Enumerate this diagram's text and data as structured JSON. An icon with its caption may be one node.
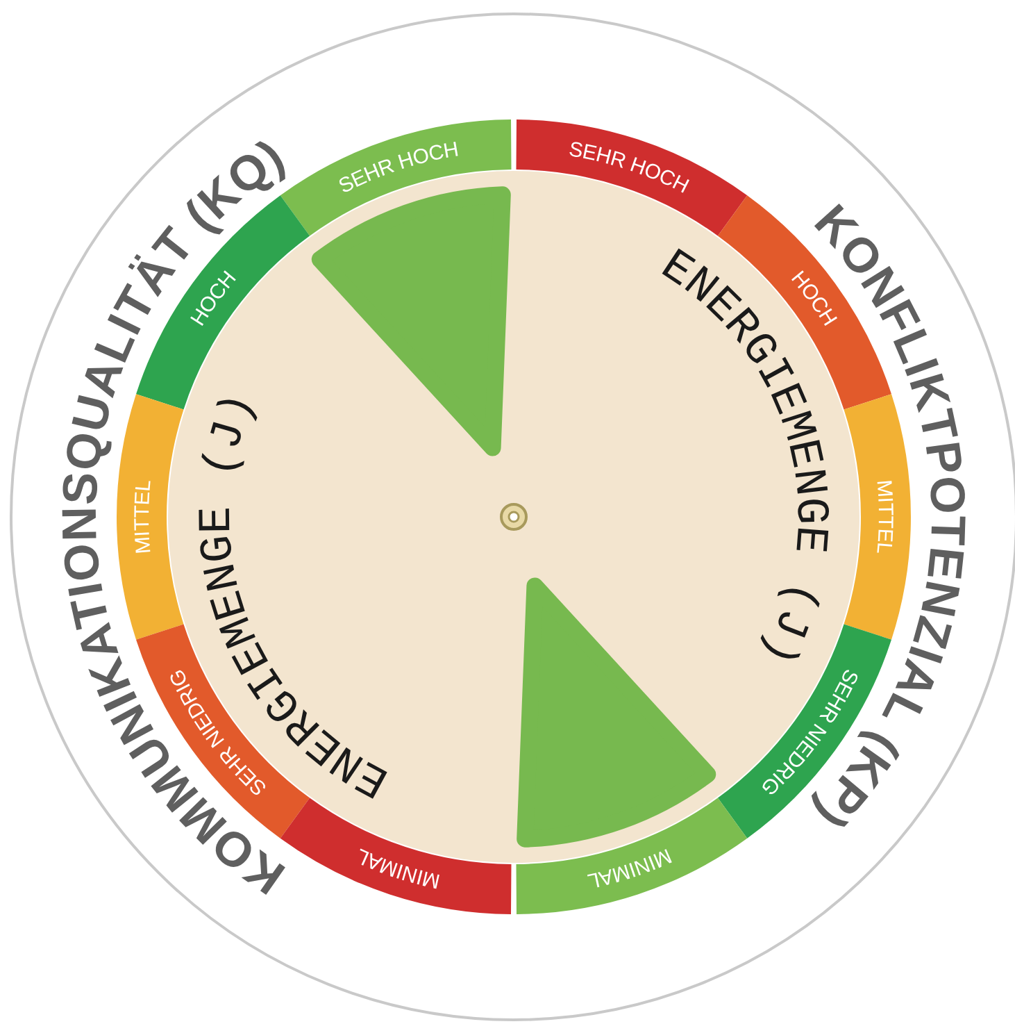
{
  "diagram": {
    "nodes": [
      {
        "text": [
          "SEHR HOCH"
        ]
      },
      {
        "text": [
          "HOCH"
        ]
      },
      {
        "text": [
          "MITTEL"
        ]
      },
      {
        "text": [
          "SEHR NIEDRIG"
        ]
      },
      {
        "text": [
          "MINIMAL"
        ]
      },
      {
        "text": [
          "SEHR HOCH"
        ]
      },
      {
        "text": [
          "HOCH"
        ]
      },
      {
        "text": [
          "MITTEL"
        ]
      },
      {
        "text": [
          "SEHR NIEDRIG"
        ]
      },
      {
        "text": [
          "MINIMAL"
        ]
      },
      {
        "text": [
          "ENERGIEMENGE (J)",
          "ENERGIEMENGE (J)"
        ]
      }
    ],
    "labels": [
      "KOMMUNIKATIONSQUALITÄT (KQ)",
      "KONFLIKTPOTENZIAL (KP)"
    ]
  }
}
